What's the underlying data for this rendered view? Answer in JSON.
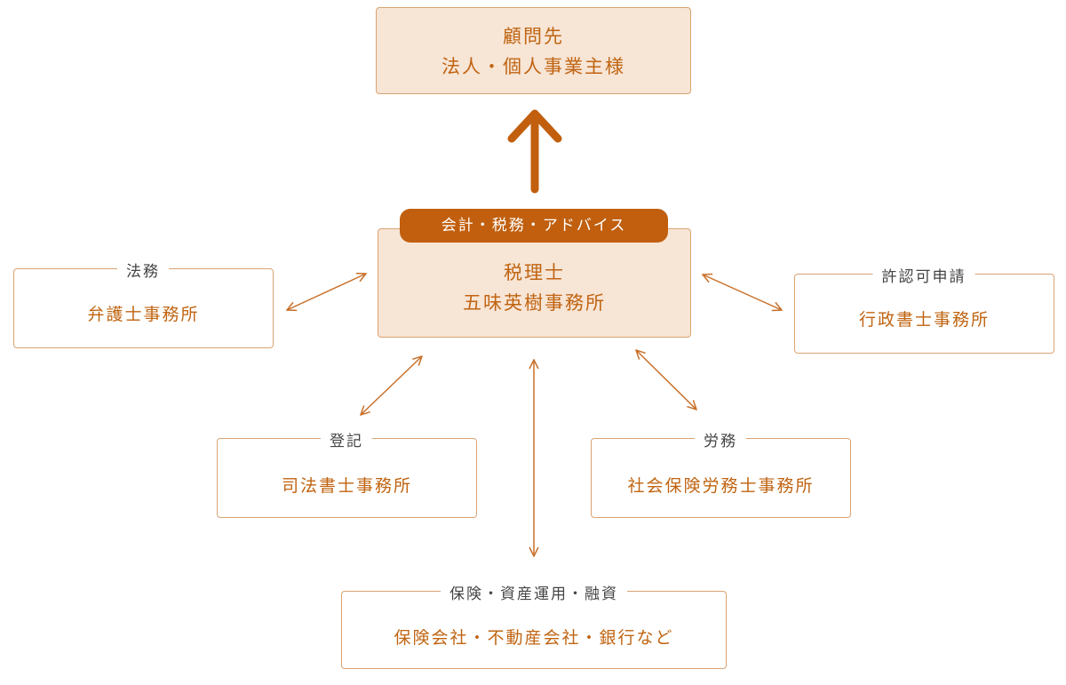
{
  "client": {
    "line1": "顧問先",
    "line2": "法人・個人事業主様"
  },
  "center": {
    "tag": "会計・税務・アドバイス",
    "line1": "税理士",
    "line2": "五味英樹事務所"
  },
  "partners": {
    "lawyer": {
      "caption": "法務",
      "name": "弁護士事務所"
    },
    "admin_scrivener": {
      "caption": "許認可申請",
      "name": "行政書士事務所"
    },
    "judicial_scrivener": {
      "caption": "登記",
      "name": "司法書士事務所"
    },
    "labor_consultant": {
      "caption": "労務",
      "name": "社会保険労務士事務所"
    },
    "finance": {
      "caption": "保険・資産運用・融資",
      "name": "保険会社・不動産会社・銀行など"
    }
  },
  "colors": {
    "accent": "#c15f0e",
    "text": "#c06411",
    "border": "#d9a373",
    "fill": "#f7e5d6"
  }
}
